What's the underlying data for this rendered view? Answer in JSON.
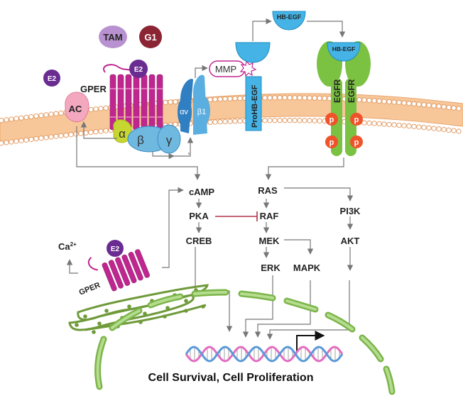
{
  "ligands": {
    "tam": "TAM",
    "g1": "G1",
    "e2_free": "E2",
    "e2_bound": "E2",
    "e2_er": "E2"
  },
  "receptors": {
    "gper": "GPER",
    "gper_er": "GPER",
    "ac": "AC",
    "alpha": "α",
    "beta": "β",
    "gamma": "γ",
    "integrin_alpha": "αv",
    "integrin_beta": "β1",
    "mmp": "MMP",
    "prohbegf": "ProHB-EGF",
    "hbegf_free": "HB-EGF",
    "hbegf_bound": "HB-EGF",
    "egfr_left": "EGFR",
    "egfr_right": "EGFR",
    "phospho": "p"
  },
  "pathway": {
    "camp": "cAMP",
    "pka": "PKA",
    "creb": "CREB",
    "ras": "RAS",
    "raf": "RAF",
    "mek": "MEK",
    "erk": "ERK",
    "mapk": "MAPK",
    "pi3k": "PI3K",
    "akt": "AKT",
    "calcium": "Ca",
    "calcium_sup": "2+"
  },
  "caption": "Cell Survival, Cell Proliferation",
  "colors": {
    "membrane_fill": "#f7c79a",
    "membrane_head": "#ffffff",
    "gper": "#c0268f",
    "ac": "#f4a8bf",
    "alpha": "#c7d630",
    "beta_gamma": "#6fb8e0",
    "integrin": "#2f7fc2",
    "hbegf": "#46b3e6",
    "egfr": "#7bc142",
    "phospho": "#f0522a",
    "e2": "#6a2c91",
    "tam": "#b892d0",
    "g1": "#8b2433",
    "er": "#8bb85a",
    "dna_pink": "#e46cc0",
    "dna_blue": "#5b9ad8"
  }
}
